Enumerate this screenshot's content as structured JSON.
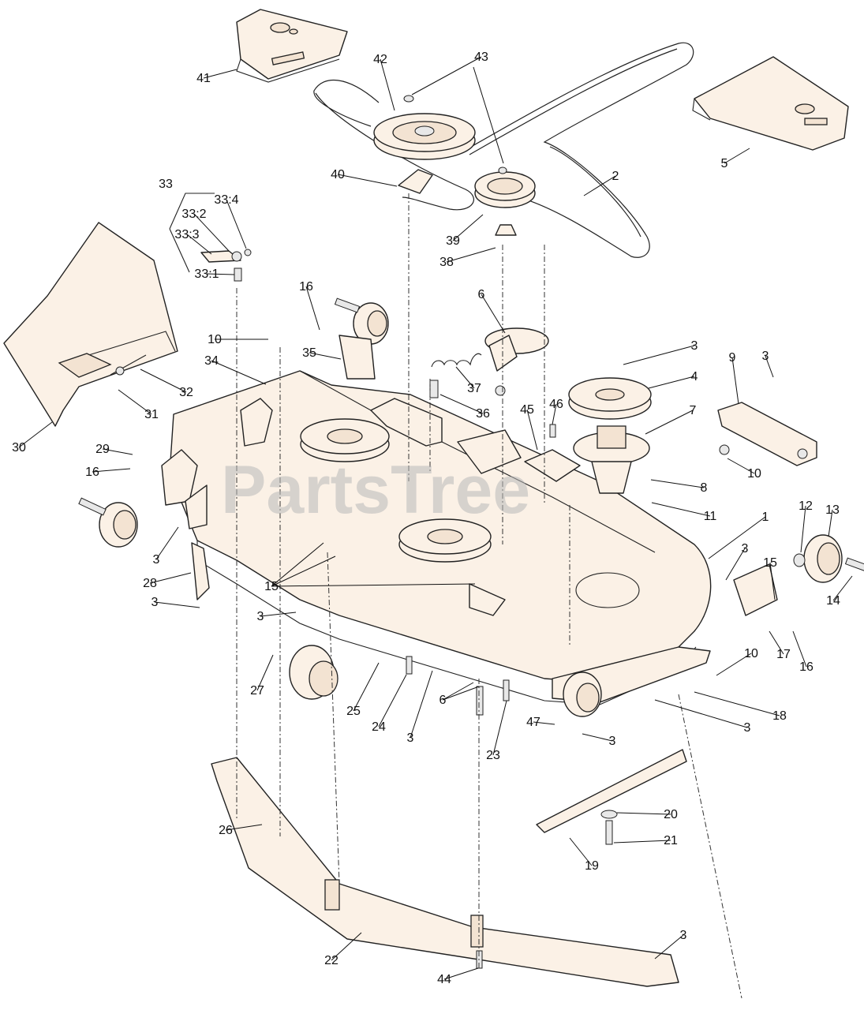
{
  "watermark": "PartsTree",
  "callouts": [
    "1",
    "2",
    "3",
    "4",
    "5",
    "6",
    "7",
    "8",
    "9",
    "10",
    "11",
    "12",
    "13",
    "14",
    "15",
    "16",
    "17",
    "18",
    "19",
    "20",
    "21",
    "22",
    "23",
    "24",
    "25",
    "26",
    "27",
    "28",
    "29",
    "30",
    "31",
    "32",
    "33",
    "33:1",
    "33:2",
    "33:3",
    "33:4",
    "34",
    "35",
    "36",
    "37",
    "38",
    "39",
    "40",
    "41",
    "42",
    "43",
    "44",
    "45",
    "46",
    "47"
  ]
}
